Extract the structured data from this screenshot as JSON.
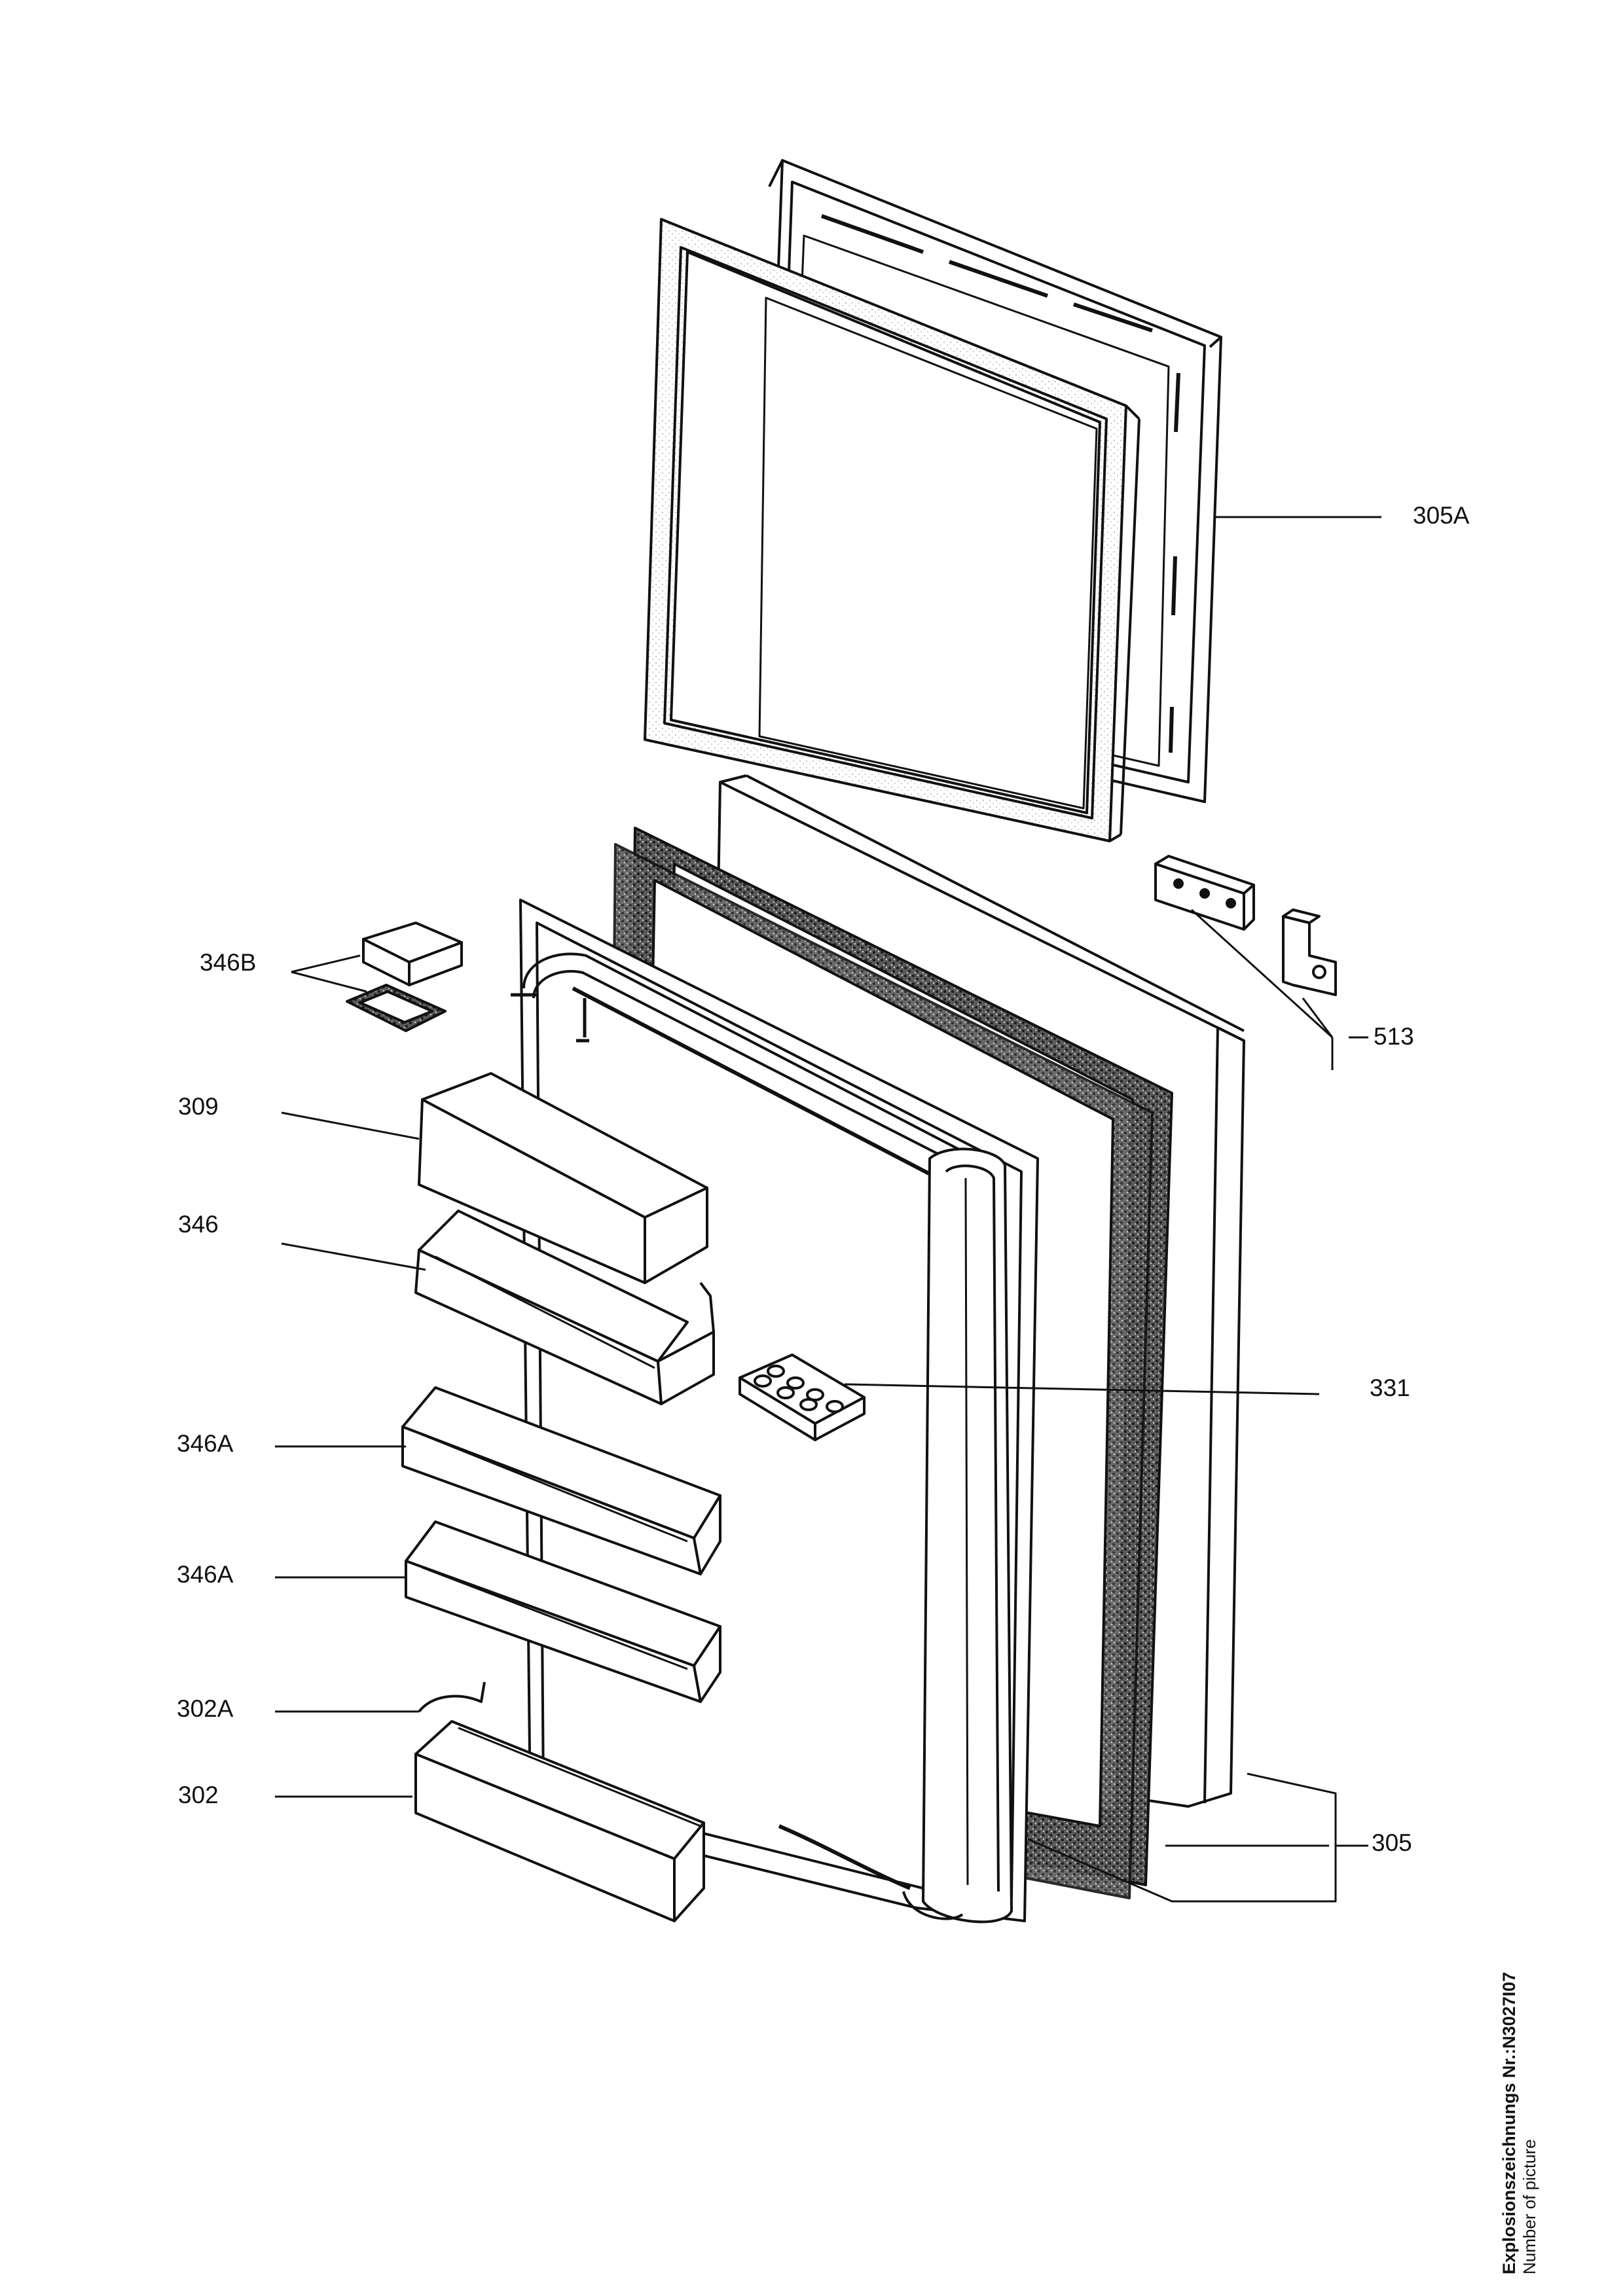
{
  "labels": {
    "p305A": "305A",
    "p346B": "346B",
    "p513": "513",
    "p309": "309",
    "p346": "346",
    "p331": "331",
    "p346A_upper": "346A",
    "p346A_lower": "346A",
    "p302A": "302A",
    "p302": "302",
    "p305": "305"
  },
  "footer": {
    "line1": "Explosionszeichnungs Nr.:N3027I07",
    "line2": "Number of picture"
  },
  "colors": {
    "ink": "#111111",
    "gasket": "#3a3a3a",
    "paper": "#ffffff"
  }
}
